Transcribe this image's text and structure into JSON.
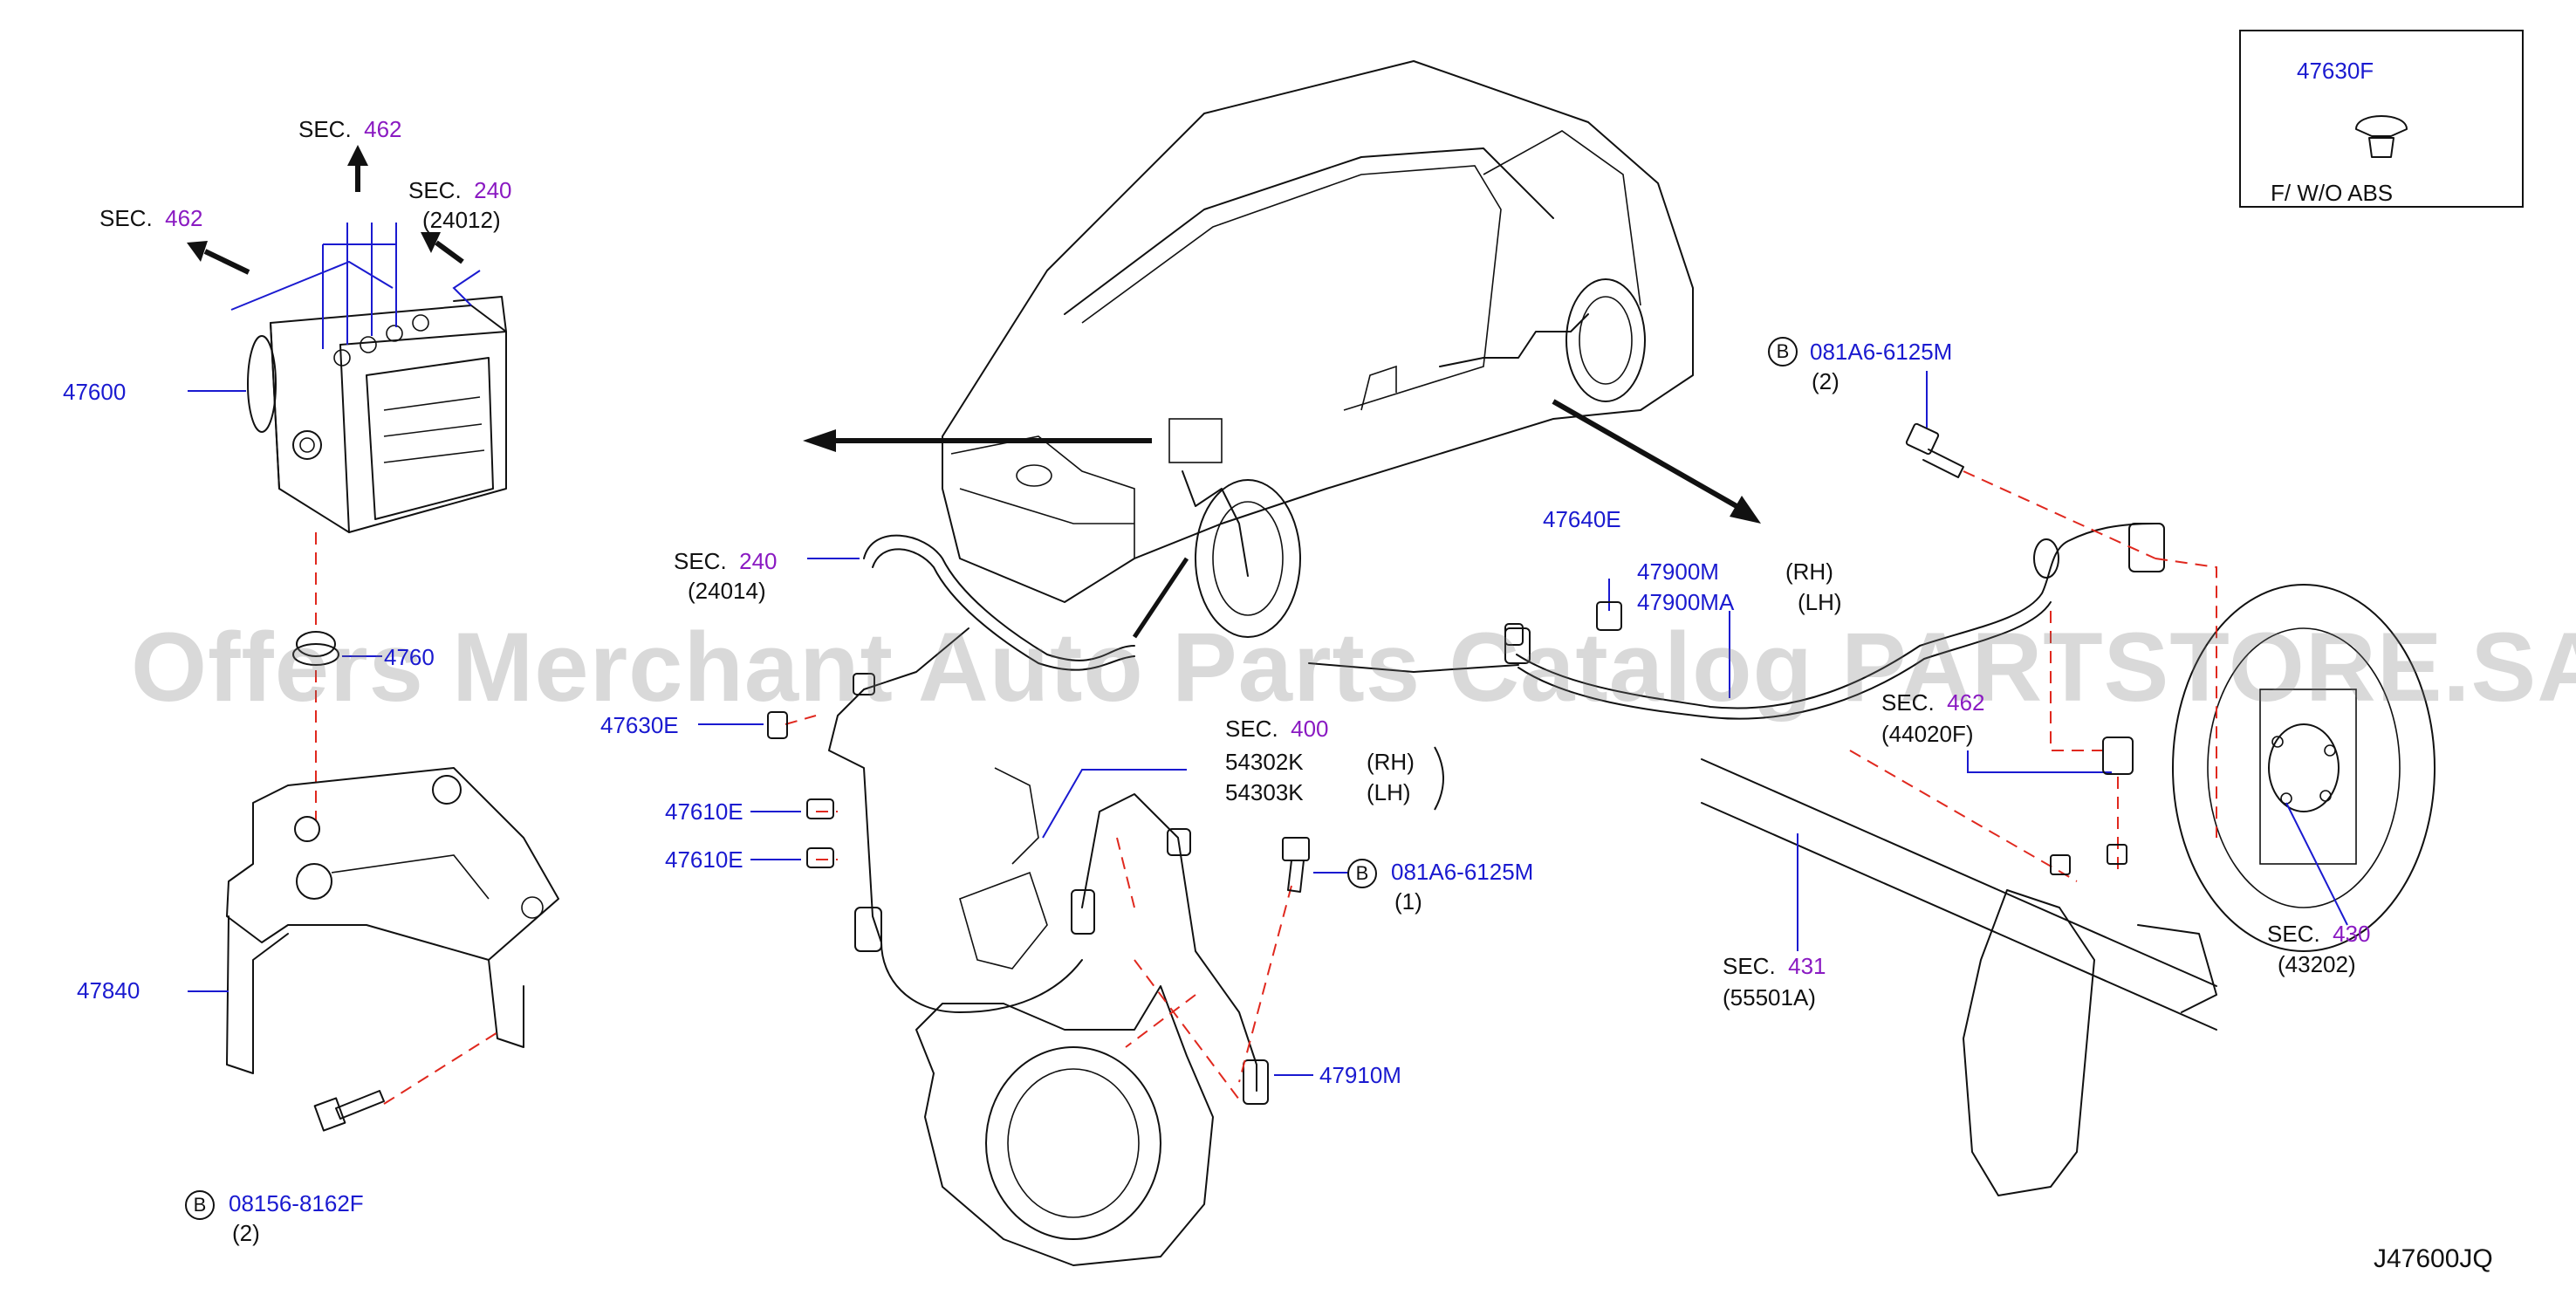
{
  "diagram_id": "J47600JQ",
  "watermark": "Offers Merchant Auto Parts Catalog PARTSTORE.SA",
  "inset": {
    "part": "47630F",
    "note": "F/   W/O   ABS"
  },
  "sec_word": "SEC.",
  "sections": {
    "s462_top": {
      "num": "462"
    },
    "s462_left": {
      "num": "462"
    },
    "s240_top": {
      "num": "240",
      "sub": "(24012)"
    },
    "s240_mid": {
      "num": "240",
      "sub": "(24014)"
    },
    "s400": {
      "num": "400"
    },
    "s462_right": {
      "num": "462",
      "sub": "(44020F)"
    },
    "s431": {
      "num": "431",
      "sub": "(55501A)"
    },
    "s430": {
      "num": "430",
      "sub": "(43202)"
    }
  },
  "parts": {
    "p47600": "47600",
    "p4760": "4760",
    "p47840": "47840",
    "p47630E": "47630E",
    "p47610E_a": "47610E",
    "p47610E_b": "47610E",
    "p54302K": "54302K",
    "p54302K_side": "(RH)",
    "p54303K": "54303K",
    "p54303K_side": "(LH)",
    "p47910M": "47910M",
    "p47640E": "47640E",
    "p47900M": "47900M",
    "p47900M_side": "(RH)",
    "p47900MA": "47900MA",
    "p47900MA_side": "(LH)"
  },
  "bolts": {
    "b1": {
      "marker": "B",
      "part": "08156-8162F",
      "qty": "(2)"
    },
    "b2": {
      "marker": "B",
      "part": "081A6-6125M",
      "qty": "(1)"
    },
    "b3": {
      "marker": "B",
      "part": "081A6-6125M",
      "qty": "(2)"
    }
  },
  "colors": {
    "part_number": "#1a1ad0",
    "section_number": "#8a1ac2",
    "dashed_leader": "#e0281e",
    "line": "#111111"
  }
}
